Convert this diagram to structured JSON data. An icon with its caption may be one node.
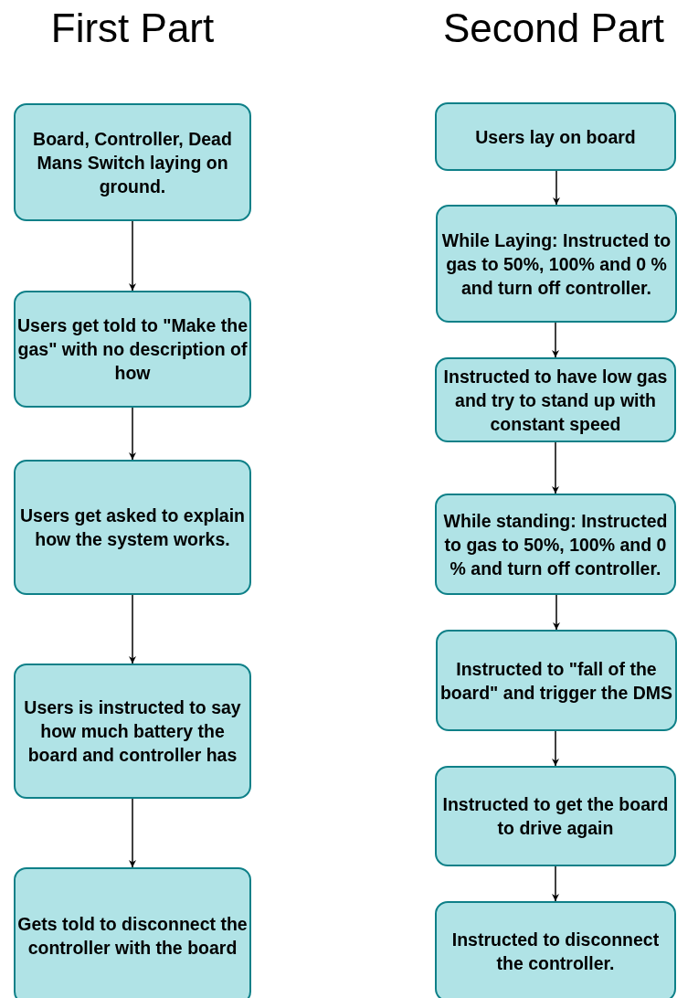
{
  "diagram": {
    "nodes": [
      {
        "text": [
          "Board, Controller, Dead Mans Switch laying on ground."
        ]
      },
      {
        "text": [
          "Users get told to \"Make the gas\" with no description of how"
        ]
      },
      {
        "text": [
          "Users get asked to explain how the system works."
        ]
      },
      {
        "text": [
          "Users is instructed to say how much battery the board and controller has"
        ]
      },
      {
        "text": [
          "Gets told to disconnect the controller with the board"
        ]
      },
      {
        "text": [
          "Users lay on board"
        ]
      },
      {
        "text": [
          "While Laying: Instructed to gas to 50%, 100% and 0 % and turn off controller."
        ]
      },
      {
        "text": [
          "Instructed to have low gas and try to stand up with constant speed"
        ]
      },
      {
        "text": [
          "While standing: Instructed to gas to 50%, 100% and 0 % and turn off controller."
        ]
      },
      {
        "text": [
          "Instructed to \"fall of the board\" and trigger the DMS"
        ]
      },
      {
        "text": [
          "Instructed to get the board to drive again"
        ]
      },
      {
        "text": [
          "Instructed to disconnect the controller."
        ]
      }
    ],
    "edges": [
      {
        "from": 0,
        "to": 1,
        "arrow": "to"
      },
      {
        "from": 1,
        "to": 2,
        "arrow": "to"
      },
      {
        "from": 2,
        "to": 3,
        "arrow": "to"
      },
      {
        "from": 3,
        "to": 4,
        "arrow": "to"
      },
      {
        "from": 5,
        "to": 6,
        "arrow": "to"
      },
      {
        "from": 6,
        "to": 7,
        "arrow": "to"
      },
      {
        "from": 7,
        "to": 8,
        "arrow": "to"
      },
      {
        "from": 8,
        "to": 9,
        "arrow": "to"
      },
      {
        "from": 9,
        "to": 10,
        "arrow": "to"
      },
      {
        "from": 10,
        "to": 11,
        "arrow": "to"
      }
    ],
    "labels": [
      "First Part",
      "Second Part"
    ]
  }
}
